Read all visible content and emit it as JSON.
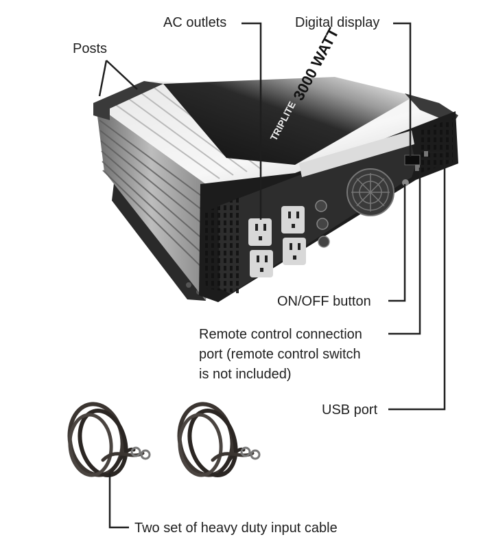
{
  "labels": {
    "posts": "Posts",
    "ac_outlets": "AC outlets",
    "digital_display": "Digital display",
    "on_off_button": "ON/OFF button",
    "remote_port_line1": "Remote control connection",
    "remote_port_line2": "port (remote control switch",
    "remote_port_line3": "is not included)",
    "usb_port": "USB port",
    "cables": "Two set of heavy duty input cable"
  },
  "product_markings": {
    "wattage": "3000 WATT",
    "brand": "TRIPLITE"
  }
}
